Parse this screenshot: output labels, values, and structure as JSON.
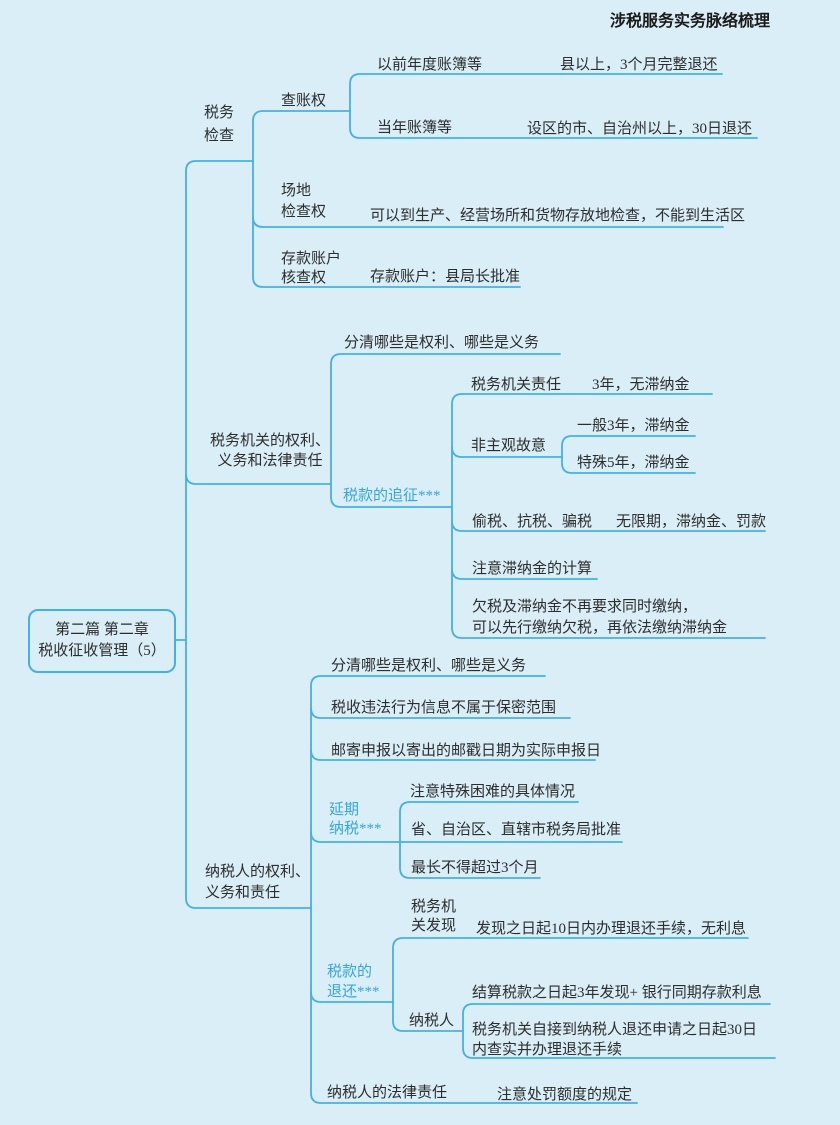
{
  "title": "涉税服务实务脉络梳理",
  "colors": {
    "background": "#d9eef7",
    "line": "#45b0e5",
    "text": "#2d2d2d",
    "highlight": "#38a5dc",
    "title_text": "#1a1a1a"
  },
  "root": {
    "line1": "第二篇 第二章",
    "line2": "税收征收管理（5）"
  },
  "tax_inspection": {
    "label1": "税务",
    "label2": "检查",
    "audit_right": {
      "label": "查账权",
      "prior_years": {
        "label": "以前年度账簿等",
        "note": "县以上，3个月完整退还"
      },
      "current_year": {
        "label": "当年账簿等",
        "note": "设区的市、自治州以上，30日退还"
      }
    },
    "site_right": {
      "label1": "场地",
      "label2": "检查权",
      "note": "可以到生产、经营场所和货物存放地检查，不能到生活区"
    },
    "account_right": {
      "label1": "存款账户",
      "label2": "核查权",
      "note": "存款账户：县局长批准"
    }
  },
  "authority": {
    "label1": "税务机关的权利、",
    "label2": "义务和法律责任",
    "distinguish": "分清哪些是权利、哪些是义务",
    "recovery": {
      "label": "税款的追征***",
      "authority_duty": {
        "label": "税务机关责任",
        "note": "3年，无滞纳金"
      },
      "unintentional": {
        "label": "非主观故意",
        "general": "一般3年，滞纳金",
        "special": "特殊5年，滞纳金"
      },
      "evasion": {
        "label": "偷税、抗税、骗税",
        "note": "无限期，滞纳金、罚款"
      },
      "late_fee": "注意滞纳金的计算",
      "arrears1": "欠税及滞纳金不再要求同时缴纳，",
      "arrears2": "可以先行缴纳欠税，再依法缴纳滞纳金"
    }
  },
  "taxpayer": {
    "label1": "纳税人的权利、",
    "label2": "义务和责任",
    "distinguish": "分清哪些是权利、哪些是义务",
    "violation_info": "税收违法行为信息不属于保密范围",
    "mail_filing": "邮寄申报以寄出的邮戳日期为实际申报日",
    "deferral": {
      "label1": "延期",
      "label2": "纳税***",
      "difficulty": "注意特殊困难的具体情况",
      "approval": "省、自治区、直辖市税务局批准",
      "limit": "最长不得超过3个月"
    },
    "refund": {
      "label1": "税款的",
      "label2": "退还***",
      "found_by_authority": {
        "label1": "税务机",
        "label2": "关发现",
        "note": "发现之日起10日内办理退还手续，无利息"
      },
      "found_by_taxpayer": {
        "label": "纳税人",
        "note1": "结算税款之日起3年发现+ 银行同期存款利息",
        "note2a": "税务机关自接到纳税人退还申请之日起30日",
        "note2b": "内查实并办理退还手续"
      }
    },
    "liability": {
      "label": "纳税人的法律责任",
      "note": "注意处罚额度的规定"
    }
  }
}
